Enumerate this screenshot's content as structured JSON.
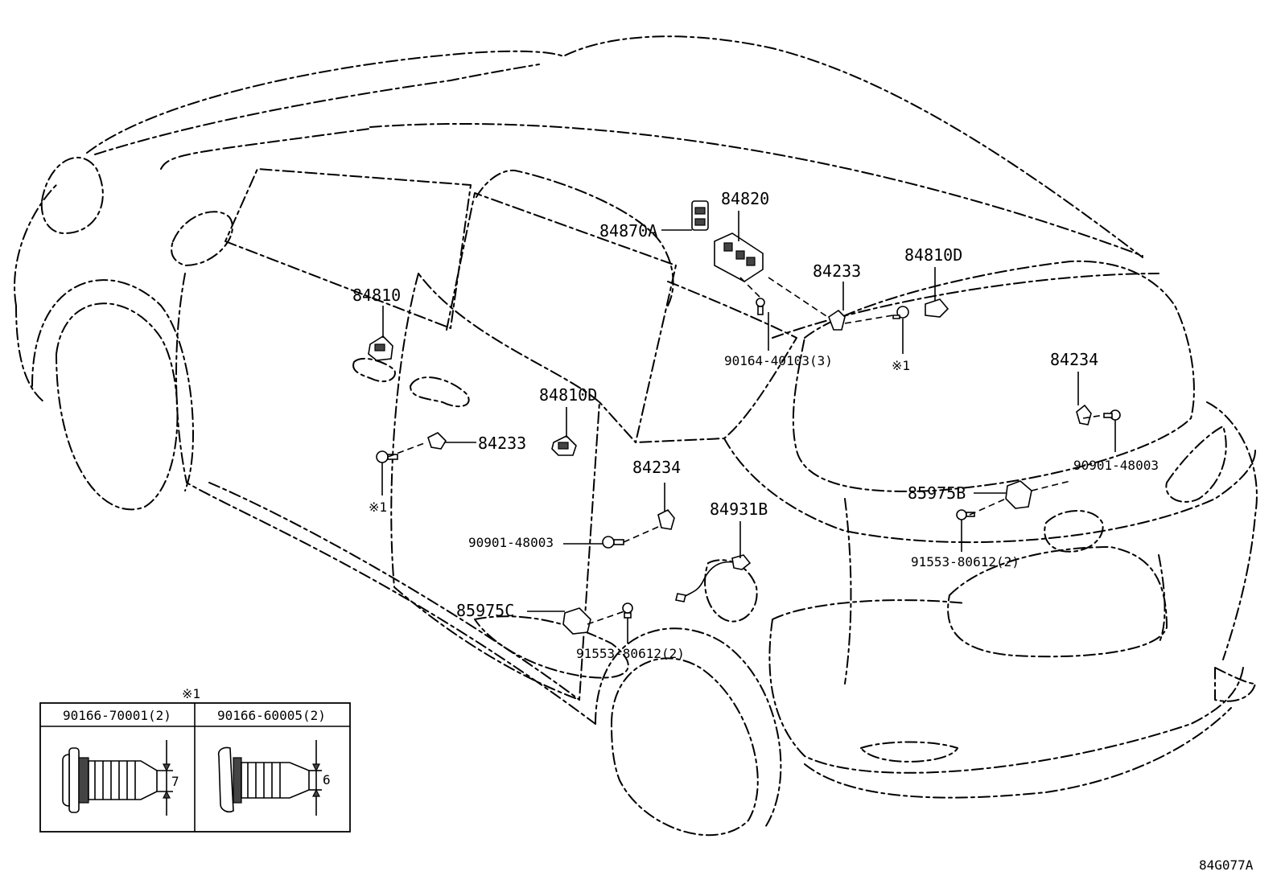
{
  "diagram_id": "84G077A",
  "note_mark": "※1",
  "callouts": {
    "p84820": "84820",
    "p84870a": "84870A",
    "p84233_top": "84233",
    "p84810d_right": "84810D",
    "p84810": "84810",
    "p90164": "90164-40103(3)",
    "note_top": "※1",
    "p84234_right": "84234",
    "p84810d_door": "84810D",
    "p84233_left": "84233",
    "note_left": "※1",
    "p90901_right": "90901-48003",
    "p84234_mid": "84234",
    "p85975b": "85975B",
    "p84931b": "84931B",
    "p90901_left": "90901-48003",
    "p91553_right": "91553-80612(2)",
    "p85975c": "85975C",
    "p91553_left": "91553-80612(2)"
  },
  "detail_box": {
    "title": "※1",
    "left": {
      "part": "90166-70001(2)",
      "dimension": "7"
    },
    "right": {
      "part": "90166-60005(2)",
      "dimension": "6"
    }
  }
}
